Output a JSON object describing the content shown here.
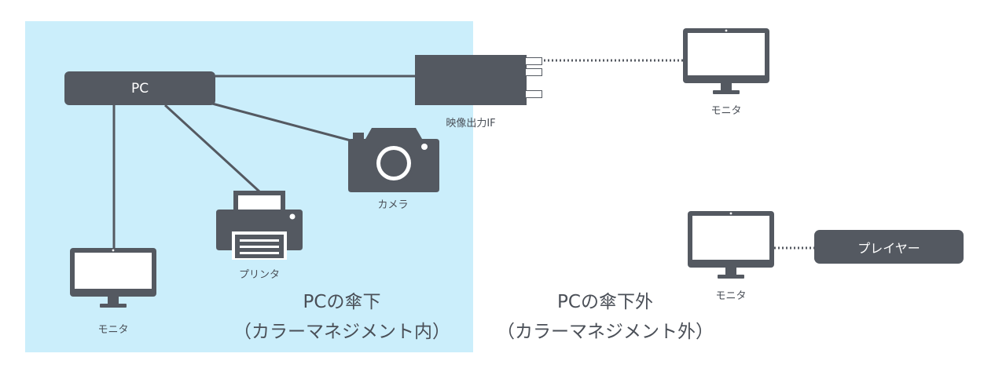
{
  "colors": {
    "pc_zone_fill": "#cbeefb",
    "device_fill": "#545961",
    "line": "#545961",
    "text": "#4a4f57"
  },
  "nodes": {
    "pc": {
      "label": "PC"
    },
    "camera": {
      "label": "カメラ",
      "icon": "camera-icon"
    },
    "printer": {
      "label": "プリンタ",
      "icon": "printer-icon"
    },
    "monitor_pc": {
      "label": "モニタ",
      "icon": "monitor-icon"
    },
    "video_output_if": {
      "label": "映像出力IF"
    },
    "monitor_external_top": {
      "label": "モニタ",
      "icon": "monitor-icon"
    },
    "monitor_external_bottom": {
      "label": "モニタ",
      "icon": "monitor-icon"
    },
    "player": {
      "label": "プレイヤー"
    }
  },
  "zones": {
    "inside": {
      "title": "PCの傘下",
      "subtitle": "（カラーマネジメント内）"
    },
    "outside": {
      "title": "PCの傘下外",
      "subtitle": "（カラーマネジメント外）"
    }
  },
  "edges": [
    {
      "from": "pc",
      "to": "video_output_if",
      "style": "solid"
    },
    {
      "from": "pc",
      "to": "camera",
      "style": "solid"
    },
    {
      "from": "pc",
      "to": "printer",
      "style": "solid"
    },
    {
      "from": "pc",
      "to": "monitor_pc",
      "style": "solid"
    },
    {
      "from": "video_output_if",
      "to": "monitor_external_top",
      "style": "dotted"
    },
    {
      "from": "monitor_external_bottom",
      "to": "player",
      "style": "dotted"
    }
  ]
}
